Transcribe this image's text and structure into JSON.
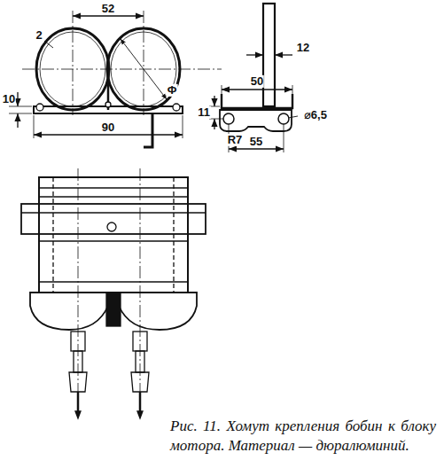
{
  "diagram": {
    "caption": "Рис. 11. Хомут крепления бобин к блоку мотора. Материал — дюралюминий.",
    "labels": [
      "52",
      "2",
      "10",
      "Φ",
      "90",
      "12",
      "50",
      "11",
      "⌀6,5",
      "R7",
      "55"
    ]
  }
}
